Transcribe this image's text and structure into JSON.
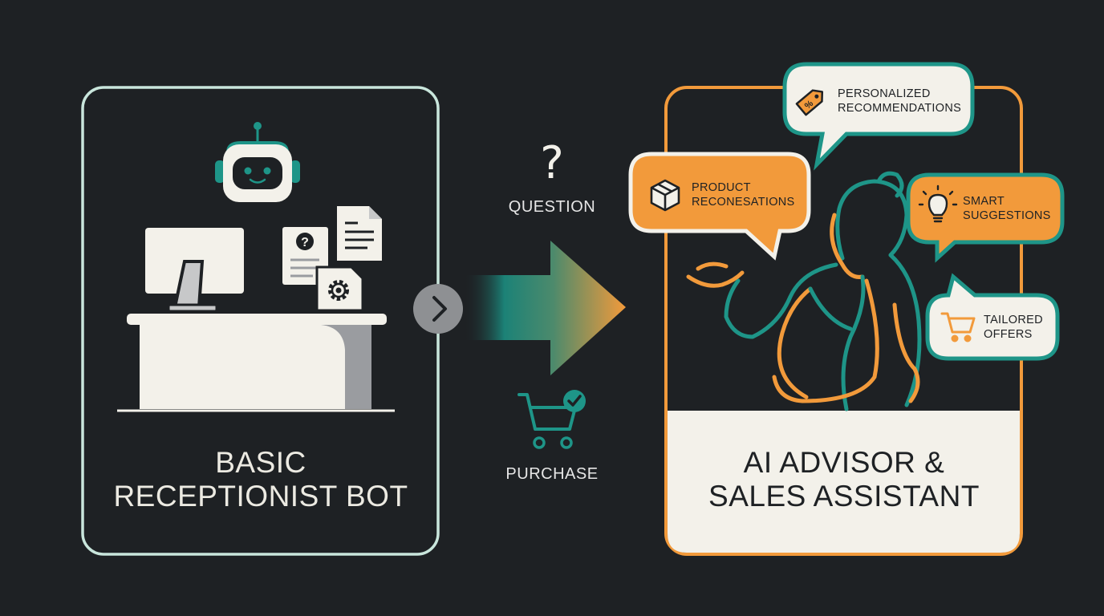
{
  "left_panel": {
    "title_line1": "BASIC",
    "title_line2": "RECEPTIONIST BOT"
  },
  "middle": {
    "question_mark": "?",
    "question_label": "QUESTION",
    "purchase_label": "PURCHASE"
  },
  "right_panel": {
    "title_line1": "AI ADVISOR &",
    "title_line2": "SALES ASSISTANT",
    "bubbles": {
      "personalized": [
        "PERSONALIZED",
        "RECOMMENDATIONS"
      ],
      "product": [
        "PRODUCT",
        "RECONESATIONS"
      ],
      "smart": [
        "SMART",
        "SUGGESTIONS"
      ],
      "tailored": [
        "TAILORED",
        "OFFERS"
      ]
    }
  },
  "colors": {
    "background": "#1e2124",
    "mint_border": "#c9e6dc",
    "orange": "#f29a3b",
    "teal": "#1e9588",
    "cream": "#f3f1ea",
    "gray": "#9a9ca0"
  },
  "icons": [
    "robot-icon",
    "monitor-icon",
    "question-doc-icon",
    "text-doc-icon",
    "gear-doc-icon",
    "chevron-right-icon",
    "cart-check-icon",
    "price-tag-icon",
    "box-icon",
    "lightbulb-icon",
    "cart-icon",
    "woman-line-art"
  ]
}
